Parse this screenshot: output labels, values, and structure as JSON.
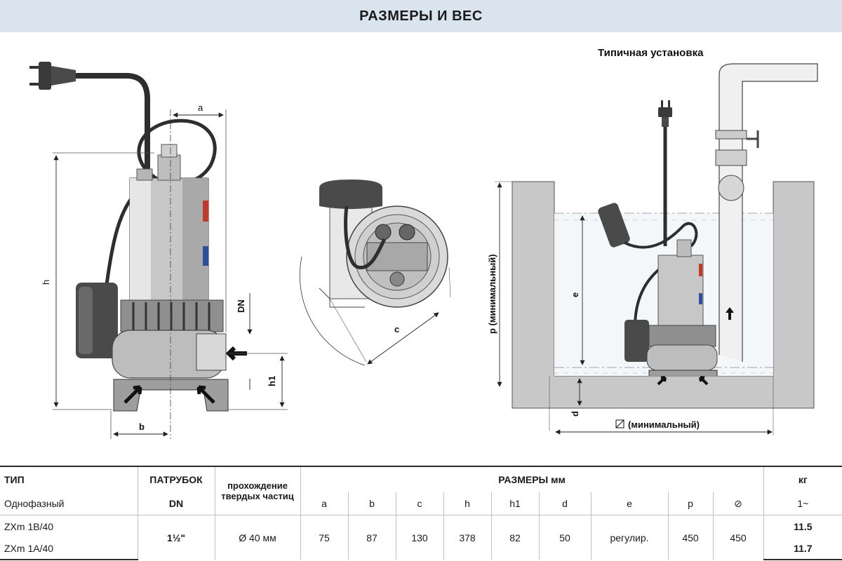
{
  "header": {
    "title": "РАЗМЕРЫ И ВЕС"
  },
  "drawing": {
    "installation_title": "Типичная установка",
    "labels": {
      "a": "a",
      "b": "b",
      "c": "c",
      "h": "h",
      "h1": "h1",
      "DN": "DN",
      "d": "d",
      "e": "e",
      "p_min": "p (минимальный)",
      "square_min": "(минимальный)"
    }
  },
  "table": {
    "col_type": "ТИП",
    "col_type_sub": "Однофазный",
    "col_port": "ПАТРУБОК",
    "col_port_sub": "DN",
    "col_solids_line1": "прохождение",
    "col_solids_line2": "твердых частиц",
    "col_dims": "РАЗМЕРЫ  мм",
    "col_weight": "кг",
    "col_weight_sub": "1~",
    "dim_headers": [
      "a",
      "b",
      "c",
      "h",
      "h1",
      "d",
      "e",
      "p",
      "⊘"
    ],
    "port_value": "1½\"",
    "solids_value": "Ø 40 мм",
    "dims": [
      "75",
      "87",
      "130",
      "378",
      "82",
      "50",
      "регулир.",
      "450",
      "450"
    ],
    "rows": [
      {
        "model": "ZXm 1B/40",
        "weight": "11.5"
      },
      {
        "model": "ZXm 1A/40",
        "weight": "11.7"
      }
    ]
  }
}
